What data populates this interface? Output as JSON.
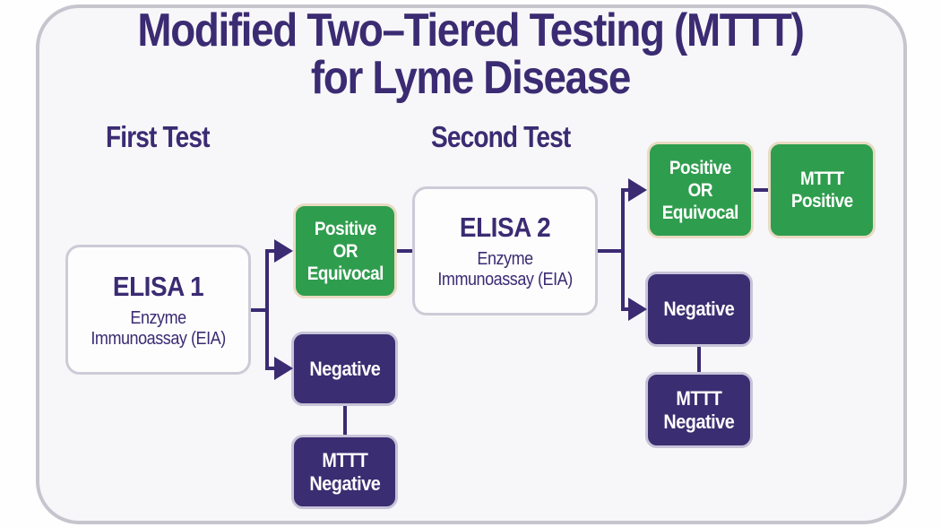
{
  "title": {
    "line1": "Modified Two–Tiered Testing (MTTT)",
    "line2": "for Lyme Disease"
  },
  "column_labels": {
    "first": "First Test",
    "second": "Second Test"
  },
  "nodes": {
    "elisa1": {
      "name": "ELISA 1",
      "detail1": "Enzyme",
      "detail2": "Immunoassay (EIA)"
    },
    "tier1_positive": {
      "line1": "Positive",
      "line2": "OR",
      "line3": "Equivocal"
    },
    "tier1_negative": {
      "label": "Negative"
    },
    "tier1_mttt_negative": {
      "line1": "MTTT",
      "line2": "Negative"
    },
    "elisa2": {
      "name": "ELISA 2",
      "detail1": "Enzyme",
      "detail2": "Immunoassay (EIA)"
    },
    "tier2_positive": {
      "line1": "Positive",
      "line2": "OR",
      "line3": "Equivocal"
    },
    "mttt_positive": {
      "line1": "MTTT",
      "line2": "Positive"
    },
    "tier2_negative": {
      "label": "Negative"
    },
    "tier2_mttt_negative": {
      "line1": "MTTT",
      "line2": "Negative"
    }
  },
  "colors": {
    "positive_green": "#2f9d4e",
    "positive_green_border": "#e9dbc3",
    "negative_purple": "#3b2d71",
    "negative_purple_border": "#c7c3d8",
    "heading_purple": "#3b2b72",
    "connector_purple": "#3b2b72",
    "card_background": "#f7f7f9",
    "card_border": "#c6c5ce",
    "neutral_box_background": "#fdfdfe",
    "neutral_box_border": "#cccbd6",
    "box_text_white": "#ffffff"
  }
}
